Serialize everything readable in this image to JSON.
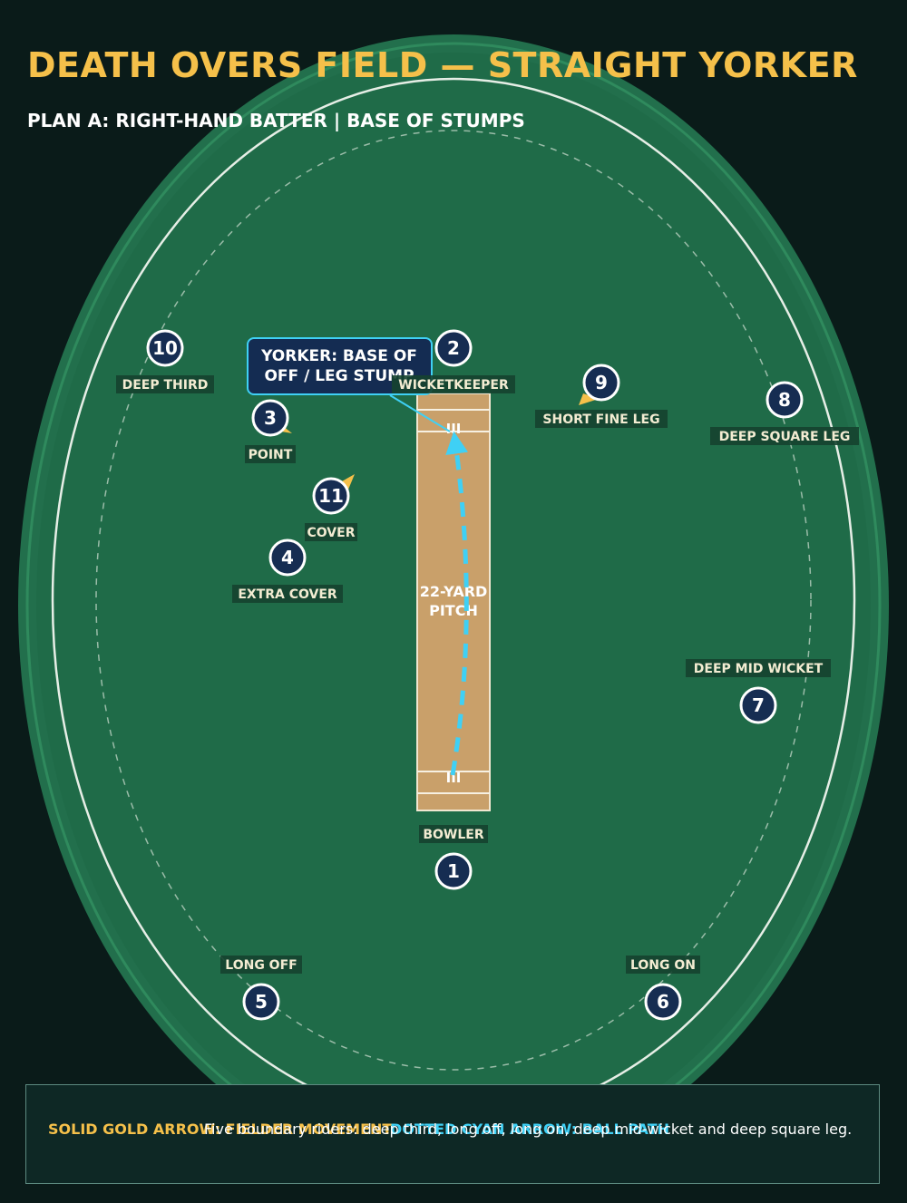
{
  "header": {
    "title": "DEATH OVERS FIELD — STRAIGHT YORKER",
    "subtitle": "PLAN A: RIGHT-HAND BATTER | BASE OF STUMPS"
  },
  "pitch": {
    "label_line1": "22-YARD",
    "label_line2": "PITCH",
    "stumps_glyph": "III"
  },
  "callout": {
    "line1": "YORKER: BASE OF",
    "line2": "OFF / LEG STUMP"
  },
  "fielders": [
    {
      "number": "1",
      "label": "BOWLER"
    },
    {
      "number": "2",
      "label": "WICKETKEEPER"
    },
    {
      "number": "3",
      "label": "POINT"
    },
    {
      "number": "4",
      "label": "EXTRA COVER"
    },
    {
      "number": "5",
      "label": "LONG OFF"
    },
    {
      "number": "6",
      "label": "LONG ON"
    },
    {
      "number": "7",
      "label": "DEEP MID WICKET"
    },
    {
      "number": "8",
      "label": "DEEP SQUARE LEG"
    },
    {
      "number": "9",
      "label": "SHORT FINE LEG"
    },
    {
      "number": "10",
      "label": "DEEP THIRD"
    },
    {
      "number": "11",
      "label": "COVER"
    }
  ],
  "legend": {
    "gold": "SOLID GOLD ARROW: FIELDER MOVEMENT",
    "cyan": "DOTTED CYAN ARROW: BALL PATH",
    "note": "Five boundary riders: deep third, long off, long on, deep mid-wicket and deep square leg."
  },
  "colors": {
    "background": "#0a1b19",
    "field": "#1f6b48",
    "pitch": "#c9a06a",
    "accent_gold": "#f5c04a",
    "ball_path_cyan": "#3fd0f5",
    "fielder_circle": "#162d52"
  }
}
